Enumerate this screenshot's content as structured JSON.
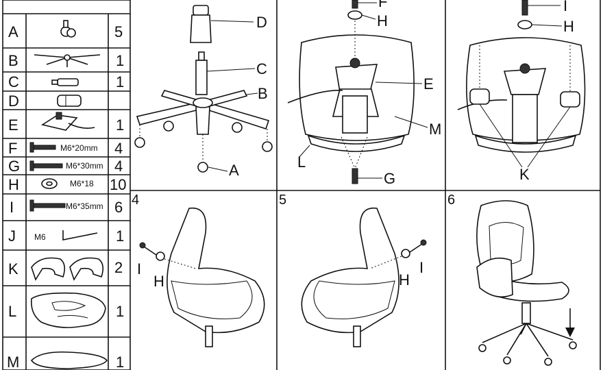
{
  "parts": [
    {
      "letter": "A",
      "qty": "5",
      "spec": ""
    },
    {
      "letter": "B",
      "qty": "1",
      "spec": ""
    },
    {
      "letter": "C",
      "qty": "1",
      "spec": ""
    },
    {
      "letter": "D",
      "qty": "",
      "spec": ""
    },
    {
      "letter": "E",
      "qty": "1",
      "spec": ""
    },
    {
      "letter": "F",
      "qty": "4",
      "spec": "M6*20mm"
    },
    {
      "letter": "G",
      "qty": "4",
      "spec": "M6*30mm"
    },
    {
      "letter": "H",
      "qty": "10",
      "spec": "M6*18"
    },
    {
      "letter": "I",
      "qty": "6",
      "spec": "M6*35mm"
    },
    {
      "letter": "J",
      "qty": "1",
      "spec": "M6"
    },
    {
      "letter": "K",
      "qty": "2",
      "spec": ""
    },
    {
      "letter": "L",
      "qty": "1",
      "spec": ""
    },
    {
      "letter": "M",
      "qty": "1",
      "spec": ""
    }
  ],
  "steps": [
    "4",
    "5",
    "6"
  ],
  "step1": {
    "labels": [
      "D",
      "C",
      "B",
      "A"
    ]
  },
  "step2": {
    "labels": [
      "F",
      "H",
      "E",
      "M",
      "L",
      "G"
    ]
  },
  "step3": {
    "labels": [
      "I",
      "H",
      "K"
    ]
  },
  "step4": {
    "labels": [
      "I",
      "H"
    ]
  },
  "step5": {
    "labels": [
      "I",
      "H"
    ]
  },
  "icons": [
    "caster-icon",
    "star-base-icon",
    "gas-lift-icon",
    "cylinder-cover-icon",
    "tilt-mechanism-icon",
    "screw-m6x20-icon",
    "screw-m6x30-icon",
    "washer-icon",
    "screw-m6x35-icon",
    "allen-key-icon",
    "armrest-bracket-icon",
    "back-cushion-icon",
    "seat-cushion-icon",
    "down-arrow-icon"
  ],
  "colors": {
    "ink": "#111111",
    "paper": "#ffffff"
  }
}
